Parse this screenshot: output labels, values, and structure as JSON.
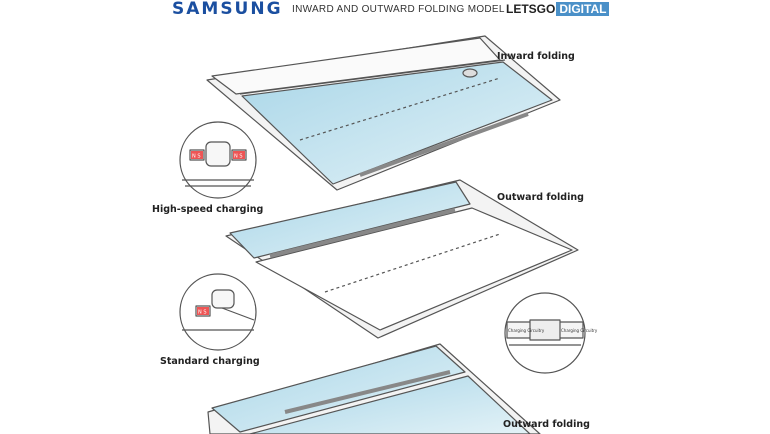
{
  "header": {
    "brand": "SAMSUNG",
    "title": "INWARD AND OUTWARD FOLDING MODEL",
    "logo_part1": "LETSGO",
    "logo_part2": "DIGITAL"
  },
  "labels": {
    "inward_folding": "Inward folding",
    "outward_folding_1": "Outward folding",
    "outward_folding_2": "Outward folding",
    "high_speed_charging": "High-speed charging",
    "standard_charging": "Standard charging",
    "charging_circuitry_left": "Charging Circuitry",
    "charging_circuitry_right": "Charging Circuitry",
    "magnet_ns": "N S"
  },
  "colors": {
    "brand_blue": "#1b4fa0",
    "logo_accent": "#4a90c8",
    "screen_blue": "#bfe0ec",
    "outline": "#555555"
  }
}
